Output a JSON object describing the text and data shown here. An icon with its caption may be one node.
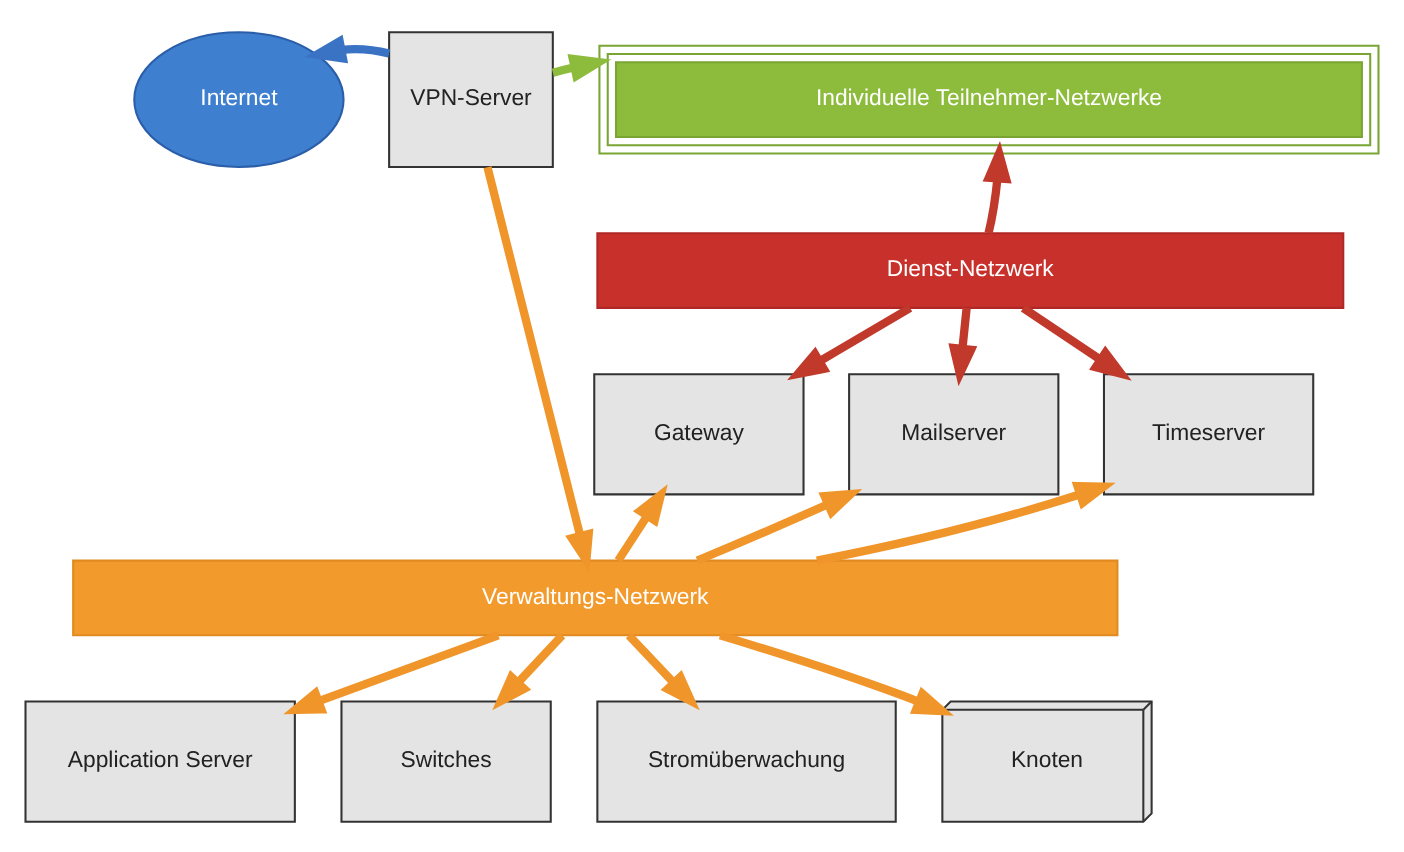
{
  "diagram": {
    "nodes": [
      {
        "text": [
          "Internet"
        ]
      },
      {
        "text": [
          "VPN-Server"
        ]
      },
      {
        "text": [
          "Individuelle Teilnehmer-Netzwerke"
        ]
      },
      {
        "text": [
          "Dienst-Netzwerk"
        ]
      },
      {
        "text": [
          "Gateway"
        ]
      },
      {
        "text": [
          "Mailserver"
        ]
      },
      {
        "text": [
          "Timeserver"
        ]
      },
      {
        "text": [
          "Verwaltungs-Netzwerk"
        ]
      },
      {
        "text": [
          "Application Server"
        ]
      },
      {
        "text": [
          "Switches"
        ]
      },
      {
        "text": [
          "Stromüberwachung"
        ]
      },
      {
        "text": [
          "Knoten"
        ]
      }
    ],
    "edges": [
      {
        "from": 1,
        "to": 0,
        "arrow": "to",
        "color": "#3a73c4"
      },
      {
        "from": 1,
        "to": 2,
        "arrow": "to",
        "color": "#8dbb3c"
      },
      {
        "from": 1,
        "to": 7,
        "arrow": "to"
      },
      {
        "from": 3,
        "to": 2,
        "arrow": "to",
        "color": "#c0392b"
      },
      {
        "from": 3,
        "to": 4,
        "arrow": "to",
        "color": "#c0392b"
      },
      {
        "from": 3,
        "to": 5,
        "arrow": "to",
        "color": "#c0392b"
      },
      {
        "from": 3,
        "to": 6,
        "arrow": "to",
        "color": "#c0392b"
      },
      {
        "from": 7,
        "to": 4,
        "arrow": "to"
      },
      {
        "from": 7,
        "to": 5,
        "arrow": "to"
      },
      {
        "from": 7,
        "to": 6,
        "arrow": "to"
      },
      {
        "from": 7,
        "to": 8,
        "arrow": "to"
      },
      {
        "from": 7,
        "to": 9,
        "arrow": "to"
      },
      {
        "from": 7,
        "to": 10,
        "arrow": "to"
      },
      {
        "from": 7,
        "to": 11,
        "arrow": "to"
      }
    ]
  }
}
